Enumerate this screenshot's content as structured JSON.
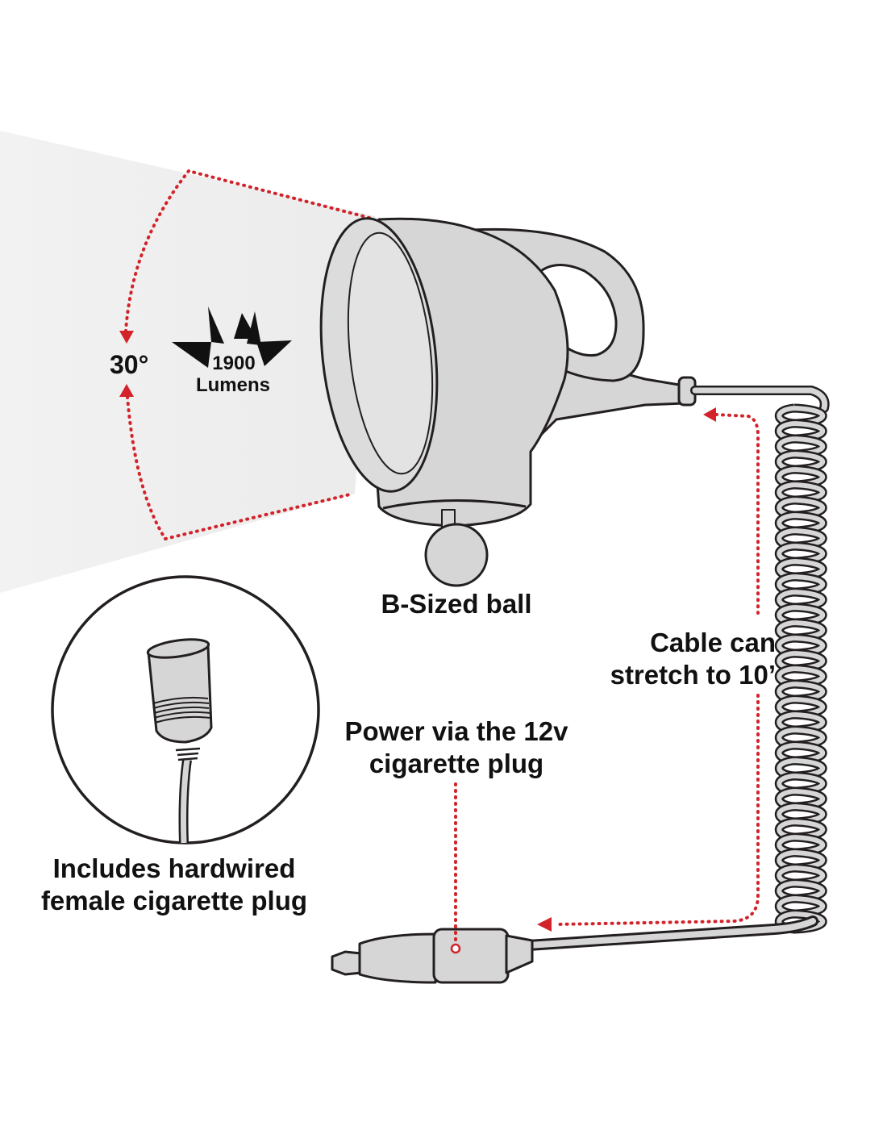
{
  "labels": {
    "beam_angle": "30°",
    "lumens_value": "1900",
    "lumens_unit": "Lumens",
    "ball": "B-Sized ball",
    "cable_line1": "Cable can",
    "cable_line2": "stretch to 10’",
    "power_line1": "Power via the 12v",
    "power_line2": "cigarette plug",
    "includes_line1": "Includes hardwired",
    "includes_line2": "female cigarette plug"
  },
  "colors": {
    "accent": "#d2232a",
    "outline": "#231f20",
    "body_fill": "#d6d6d6",
    "lens_fill": "#dcdcdc",
    "beam_fill": "#f0f0f0"
  },
  "icons": {
    "lumens_badge": "starburst-icon"
  }
}
